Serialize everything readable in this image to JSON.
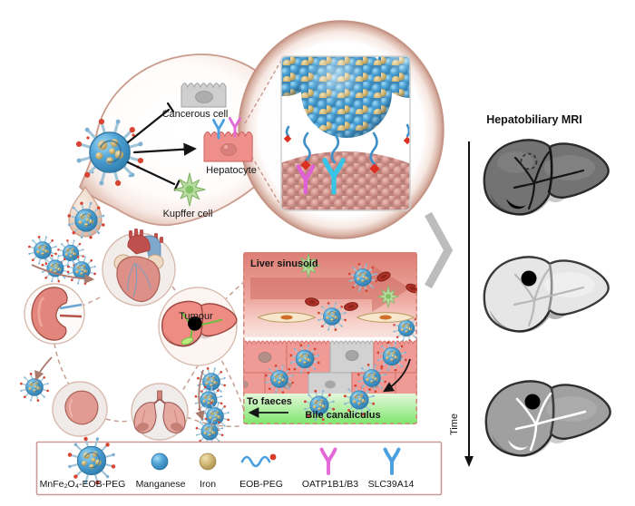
{
  "figure": {
    "top_panel": {
      "targets": [
        {
          "label": "Cancerous cell",
          "interaction": "blocked"
        },
        {
          "label": "Hepatocyte",
          "interaction": "uptake"
        },
        {
          "label": "Kupffer cell",
          "interaction": "blocked"
        }
      ]
    },
    "mri_panel": {
      "title": "Hepatobiliary MRI",
      "time_label": "Time",
      "stages": [
        {
          "appearance": "dark liver, tumour site dashed outline"
        },
        {
          "appearance": "bright liver, dark tumour spot"
        },
        {
          "appearance": "mid-gray liver, dark tumour spot, bright bile ducts"
        }
      ]
    },
    "circulation": {
      "tumour_label": "Tumour"
    },
    "sinusoid_panel": {
      "title": "Liver sinusoid",
      "to_faeces": "To faeces",
      "bile_label": "Bile canaliculus"
    },
    "legend": {
      "items": [
        {
          "icon": "nanoparticle-icon",
          "label": "MnFe₂O₄-EOB-PEG"
        },
        {
          "icon": "manganese-icon",
          "label": "Manganese"
        },
        {
          "icon": "iron-icon",
          "label": "Iron"
        },
        {
          "icon": "eob-peg-icon",
          "label": "EOB-PEG"
        },
        {
          "icon": "oatp-receptor-icon",
          "label": "OATP1B1/B3"
        },
        {
          "icon": "slc-receptor-icon",
          "label": "SLC39A14"
        }
      ]
    },
    "colors": {
      "manganese_blue": "#4a9bd0",
      "iron_tan": "#d4b877",
      "oatp_magenta": "#e468d8",
      "slc_blue": "#4aa0e0",
      "eob_red": "#d93a28",
      "legend_border": "#c89b96",
      "sinusoid_red": "#df8178",
      "bile_green": "#86e573",
      "dashed_path": "#c79e92"
    }
  }
}
